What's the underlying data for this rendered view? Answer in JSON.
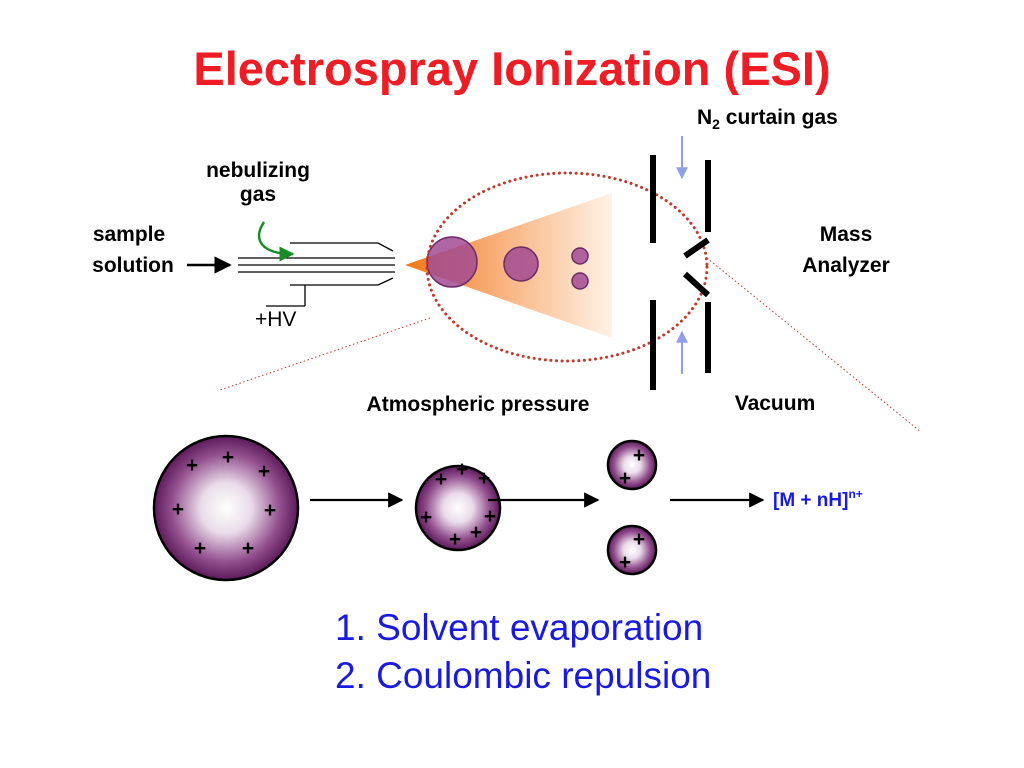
{
  "title": "Electrospray Ionization (ESI)",
  "labels": {
    "n2_main": "N",
    "n2_sub": "2",
    "n2_rest": " curtain gas",
    "nebulizing_line1": "nebulizing",
    "nebulizing_line2": "gas",
    "sample_line1": "sample",
    "sample_line2": "solution",
    "hv": "+HV",
    "mass_line1": "Mass",
    "mass_line2": "Analyzer",
    "atmospheric": "Atmospheric pressure",
    "vacuum": "Vacuum"
  },
  "ion": {
    "base": "[M + nH]",
    "charge": "n+"
  },
  "charge_symbol": "+",
  "steps": [
    "1. Solvent evaporation",
    "2. Coulombic repulsion"
  ],
  "colors": {
    "title": "#ee1c25",
    "blue_text": "#1a1adf",
    "droplet": "#a24b93",
    "spray_cone": "#f07818",
    "dotted_region": "#c0392b",
    "gas_arrow": "#8fa0e8",
    "nebulizer_arrow": "#1a8a2a"
  }
}
